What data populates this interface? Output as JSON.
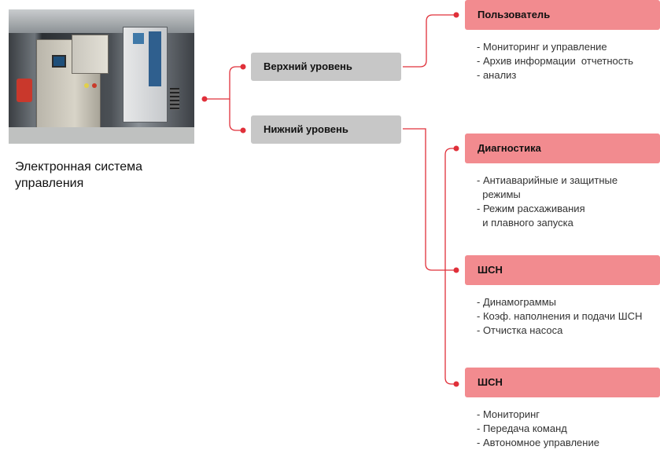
{
  "photo": {
    "description_icon": "control-cabinet-photo"
  },
  "caption": "Электронная система управления",
  "levels": {
    "upper": "Верхний уровень",
    "lower": "Нижний уровень"
  },
  "groups": [
    {
      "title": "Пользователь",
      "items": [
        "- Мониторинг и управление",
        "- Архив информации  отчетность",
        "- анализ"
      ]
    },
    {
      "title": "Диагностика",
      "items": [
        "- Антиаварийные и защитные",
        "  режимы",
        "- Режим расхаживания",
        "  и плавного запуска"
      ]
    },
    {
      "title": "ШСН",
      "items": [
        "- Динамограммы",
        "- Коэф. наполнения и подачи ШСН",
        "- Отчистка насоса"
      ]
    },
    {
      "title": "ШСН",
      "items": [
        "- Мониторинг",
        "- Передача команд",
        "- Автономное управление"
      ]
    }
  ],
  "colors": {
    "accent": "#e0303a",
    "group_fill": "#f28b8f",
    "level_fill": "#c7c7c7"
  }
}
